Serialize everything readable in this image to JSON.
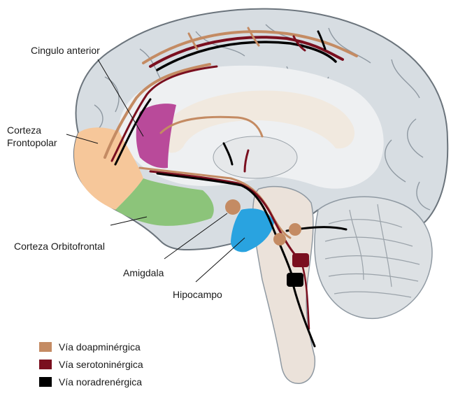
{
  "labels": {
    "cingulo": "Cingulo anterior",
    "frontopolar_l1": "Corteza",
    "frontopolar_l2": "Frontopolar",
    "orbitofrontal": "Corteza Orbitofrontal",
    "amigdala": "Amigdala",
    "hipocampo": "Hipocampo"
  },
  "legend": [
    {
      "label": "Vía doapminérgica",
      "color": "#c48b63"
    },
    {
      "label": "Vía serotoninérgica",
      "color": "#7a0f1f"
    },
    {
      "label": "Vía noradrenérgica",
      "color": "#000000"
    }
  ],
  "colors": {
    "cortex": "#d7dde2",
    "gyrus_line": "#8f99a2",
    "white_matter": "#eef0f2",
    "corpus_callosum": "#f1e9df",
    "frontopolar": "#f6c79a",
    "orbitofrontal": "#8cc47a",
    "cingulate": "#b94a9a",
    "hippocampus": "#29a3e0",
    "brainstem": "#ebe2da",
    "cerebellum": "#dde1e4",
    "dopamine": "#c48b63",
    "serotonin": "#7a0f1f",
    "noradrenaline": "#000000"
  }
}
